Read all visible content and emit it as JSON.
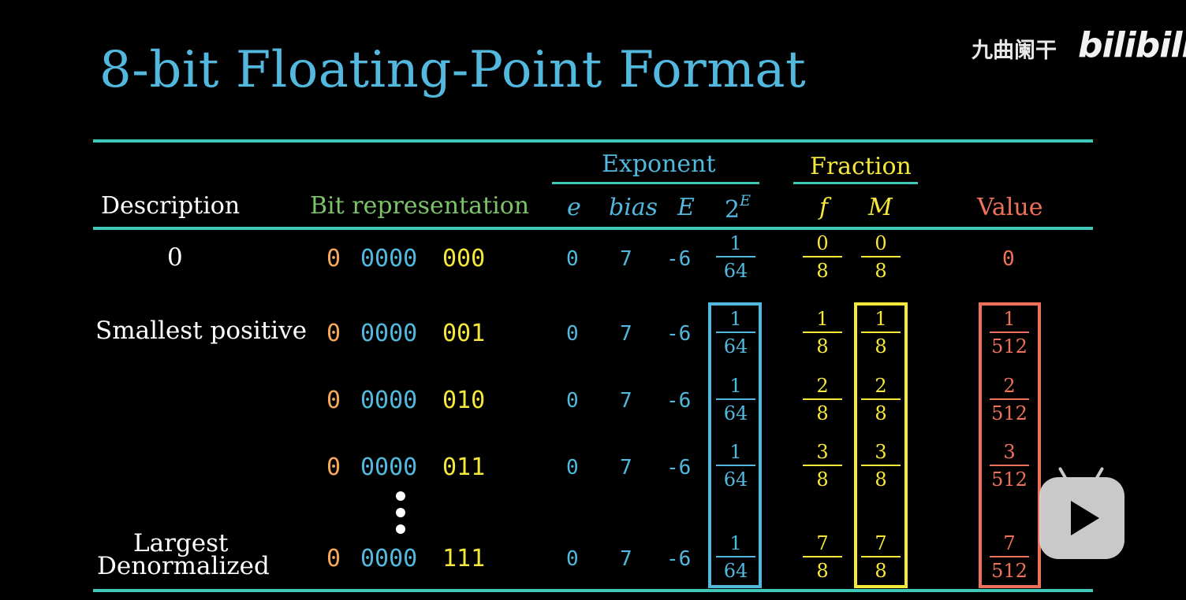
{
  "title": "8-bit Floating-Point Format",
  "watermark": {
    "text": "九曲阑干",
    "logo": "bilibili"
  },
  "headers": {
    "description": "Description",
    "bits": "Bit representation",
    "exponent": "Exponent",
    "fraction": "Fraction",
    "e": "e",
    "bias": "bias",
    "E": "E",
    "twoE_base": "2",
    "twoE_exp": "E",
    "f": "f",
    "M": "M",
    "value": "Value"
  },
  "rows": [
    {
      "desc": "0",
      "sign": "0",
      "exp": "0000",
      "frac": "000",
      "e": "0",
      "bias": "7",
      "E": "-6",
      "p_n": "1",
      "p_d": "64",
      "f_n": "0",
      "f_d": "8",
      "m_n": "0",
      "m_d": "8",
      "value": "0"
    },
    {
      "desc": "Smallest positive",
      "sign": "0",
      "exp": "0000",
      "frac": "001",
      "e": "0",
      "bias": "7",
      "E": "-6",
      "p_n": "1",
      "p_d": "64",
      "f_n": "1",
      "f_d": "8",
      "m_n": "1",
      "m_d": "8",
      "v_n": "1",
      "v_d": "512"
    },
    {
      "desc": "",
      "sign": "0",
      "exp": "0000",
      "frac": "010",
      "e": "0",
      "bias": "7",
      "E": "-6",
      "p_n": "1",
      "p_d": "64",
      "f_n": "2",
      "f_d": "8",
      "m_n": "2",
      "m_d": "8",
      "v_n": "2",
      "v_d": "512"
    },
    {
      "desc": "",
      "sign": "0",
      "exp": "0000",
      "frac": "011",
      "e": "0",
      "bias": "7",
      "E": "-6",
      "p_n": "1",
      "p_d": "64",
      "f_n": "3",
      "f_d": "8",
      "m_n": "3",
      "m_d": "8",
      "v_n": "3",
      "v_d": "512"
    },
    {
      "desc_line1": "Largest",
      "desc_line2": "Denormalized",
      "sign": "0",
      "exp": "0000",
      "frac": "111",
      "e": "0",
      "bias": "7",
      "E": "-6",
      "p_n": "1",
      "p_d": "64",
      "f_n": "7",
      "f_d": "8",
      "m_n": "7",
      "m_d": "8",
      "v_n": "7",
      "v_d": "512"
    }
  ],
  "colors": {
    "title": "#52b8dd",
    "rule": "#3fc8b7",
    "sign": "#f5a95a",
    "exp": "#52b8dd",
    "frac": "#f5e83a",
    "bits_header": "#7cc46a",
    "value": "#f0715a"
  },
  "icons": [
    "play-icon"
  ]
}
